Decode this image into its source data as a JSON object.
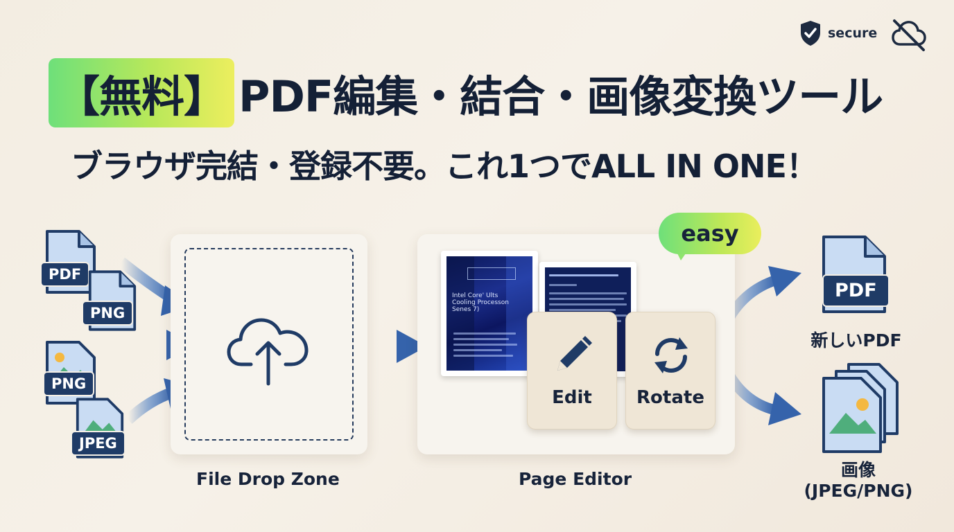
{
  "header": {
    "secure_label": "secure",
    "secure_icon": "shield-check-icon",
    "offline_icon": "cloud-off-icon"
  },
  "title": {
    "badge": "【無料】",
    "main": "PDF編集・結合・画像変換ツール"
  },
  "subtitle": "ブラウザ完結・登録不要。これ1つでALL IN ONE！",
  "inputs": [
    {
      "label": "PDF",
      "icon": "document-icon"
    },
    {
      "label": "PNG",
      "icon": "document-icon"
    },
    {
      "label": "PNG",
      "icon": "image-file-icon"
    },
    {
      "label": "JPEG",
      "icon": "image-file-icon"
    }
  ],
  "dropzone": {
    "caption": "File Drop Zone",
    "icon": "cloud-upload-icon"
  },
  "editor": {
    "caption": "Page Editor",
    "badge": "easy",
    "thumb1_text": "Intel Core' Ults Cooling Processon Senes 7)",
    "tools": [
      {
        "label": "Edit",
        "icon": "pencil-icon"
      },
      {
        "label": "Rotate",
        "icon": "rotate-icon"
      }
    ]
  },
  "outputs": [
    {
      "tag": "PDF",
      "label": "新しいPDF",
      "icon": "document-icon"
    },
    {
      "label": "画像\n(JPEG/PNG)",
      "label_line1": "画像",
      "label_line2": "(JPEG/PNG)",
      "icon": "image-stack-icon"
    }
  ],
  "colors": {
    "navy": "#1f3b66",
    "arrow_blue": "#3d6fb6",
    "icon_blue": "#c9dcf3",
    "accent_green": "#6ee07a",
    "accent_yellow": "#ecee5e"
  }
}
